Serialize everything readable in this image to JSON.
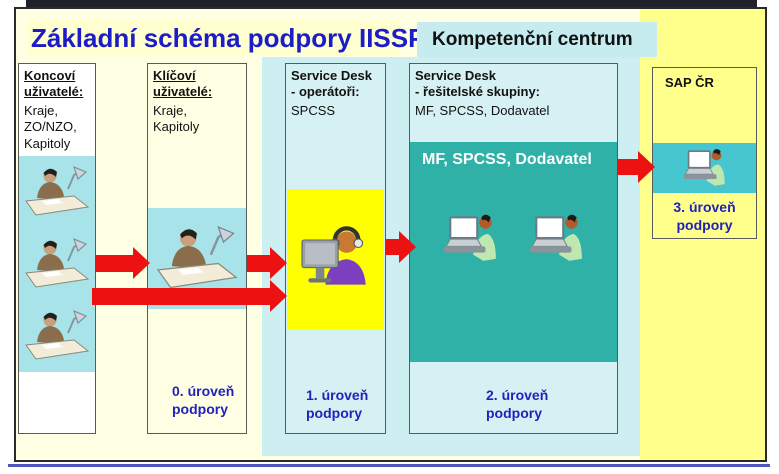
{
  "title": "Základní schéma podpory IISSP",
  "competence_center_label": "Kompetenční centrum",
  "columns": {
    "end_users": {
      "heading": "Koncoví\nuživatelé:",
      "body": "Kraje,\nZO/NZO,\nKapitoly"
    },
    "key_users": {
      "heading": "Klíčoví\nuživatelé:",
      "body": "Kraje,\nKapitoly",
      "level_caption": "0. úroveň\npodpory"
    },
    "service_desk_operators": {
      "heading": "Service Desk\n- operátoři:",
      "body": "SPCSS",
      "level_caption": "1. úroveň\npodpory"
    },
    "service_desk_resolver_groups": {
      "heading": "Service Desk\n- řešitelské skupiny:",
      "body": "MF, SPCSS, Dodavatel",
      "box_label": "MF, SPCSS, Dodavatel",
      "level_caption": "2. úroveň\npodpory"
    },
    "sap_cr": {
      "heading": "SAP ČR",
      "level_caption": "3. úroveň\npodpory"
    }
  },
  "icons": {
    "end_user": "person-at-desk-icon",
    "operator": "operator-headset-icon",
    "resolver": "person-at-laptop-icon"
  },
  "colors": {
    "title_text": "#1C1CC8",
    "level_text": "#2222BB",
    "arrow_red": "#EE1111",
    "panel_cyan": "#CDEFF2",
    "label_cyan": "#C6ECEF",
    "user_area_cyan": "#A7E3E8",
    "operator_yellow": "#FFFF00",
    "resolver_teal": "#2FB1A8",
    "sap_strip_turquoise": "#46C6CE",
    "right_panel_yellow": "#FFFF8C",
    "canvas_ivory": "#FFFFE4"
  }
}
